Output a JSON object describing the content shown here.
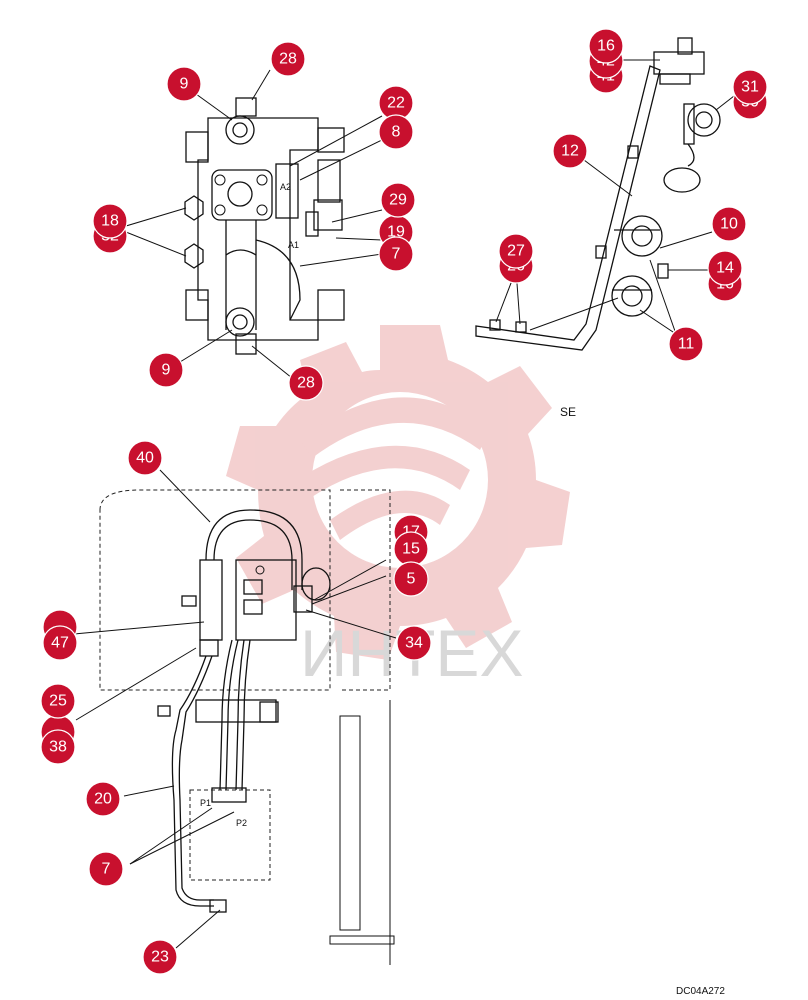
{
  "watermark": {
    "text": "ИНТЕХ",
    "color": "#f4c6c6"
  },
  "drawing_code": "DC04A272",
  "section_label": "SE",
  "valve_port_labels": {
    "a2": "A2",
    "a1": "A1"
  },
  "pump_port_labels": {
    "p1": "P1",
    "p2": "P2"
  },
  "callout_color": "#c8102e",
  "callouts": {
    "c_28a": "28",
    "c_9a": "9",
    "c_22": "22",
    "c_8": "8",
    "c_29": "29",
    "c_19": "19",
    "c_7a": "7",
    "c_18": "18",
    "c_32": "32",
    "c_9b": "9",
    "c_28b": "28",
    "c_16": "16",
    "c_42": "42",
    "c_41": "41",
    "c_31": "31",
    "c_30": "30",
    "c_12": "12",
    "c_10": "10",
    "c_14": "14",
    "c_16b": "16",
    "c_27": "27",
    "c_26": "26",
    "c_11": "11",
    "c_40": "40",
    "c_17": "17",
    "c_15": "15",
    "c_5": "5",
    "c_47": "47",
    "c_34": "34",
    "c_25": "25",
    "c_38": "38",
    "c_20": "20",
    "c_7b": "7",
    "c_23": "23"
  }
}
